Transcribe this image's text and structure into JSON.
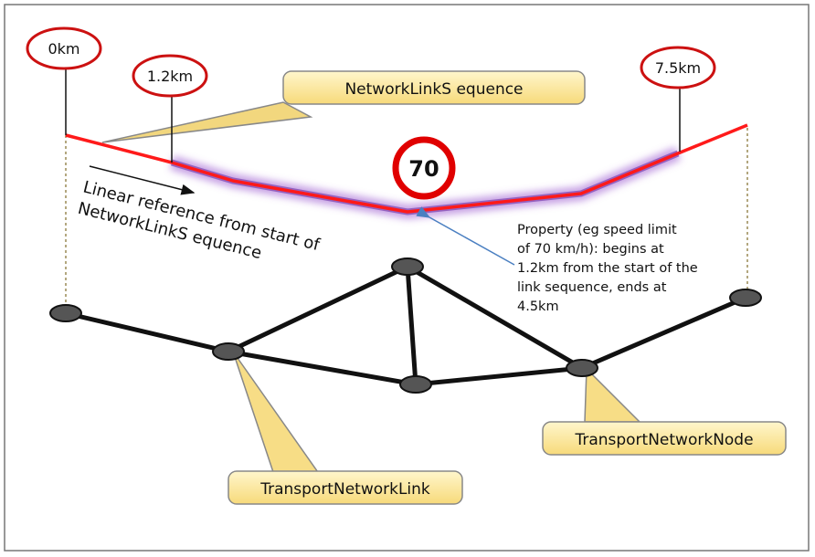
{
  "markers": {
    "start": "0km",
    "begin": "1.2km",
    "end": "7.5km"
  },
  "callouts": {
    "link_sequence": "NetworkLinkS equence",
    "network_link": "TransportNetworkLink",
    "network_node": "TransportNetworkNode"
  },
  "speed_sign": "70",
  "linear_reference": {
    "line1": "Linear reference from start of",
    "line2": "NetworkLinkS equence"
  },
  "property_note": {
    "line1": "Property (eg speed limit",
    "line2": "of 70 km/h): begins at",
    "line3": "1.2km from the start of the",
    "line4": "link sequence, ends at",
    "line5": "4.5km"
  },
  "colors": {
    "sequence_line": "#ff1a1a",
    "highlight": "#9b59d0",
    "callout_fill": "#fde9a1",
    "node_fill": "#555555",
    "sign_ring": "#e00000"
  }
}
